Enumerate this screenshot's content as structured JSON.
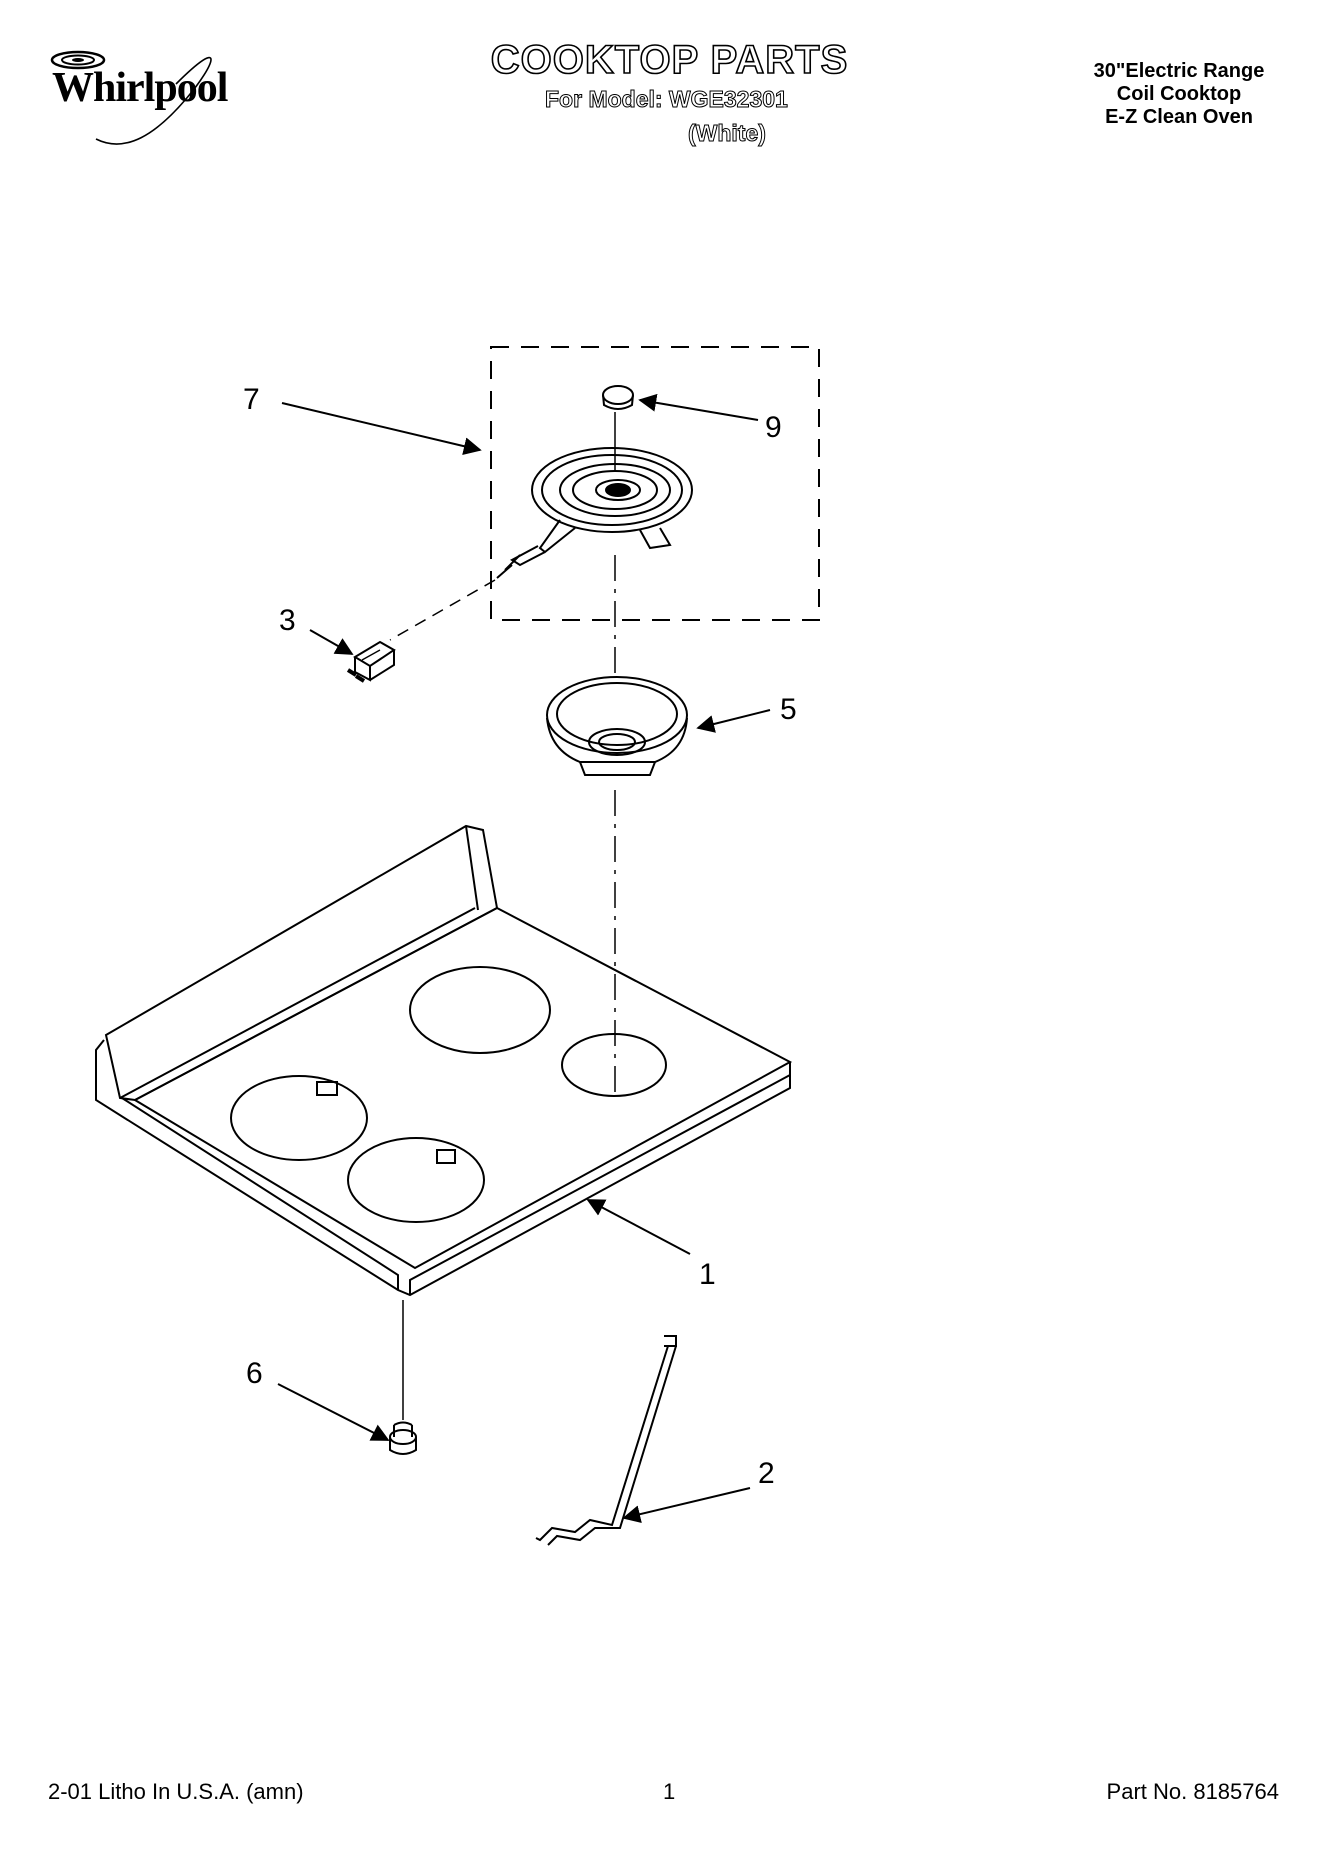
{
  "header": {
    "brand": "Whirlpool",
    "title": "COOKTOP PARTS",
    "model_line": "For Model: WGE32301",
    "color_line": "(White)",
    "product_lines": [
      "30\"Electric Range",
      "Coil Cooktop",
      "E-Z Clean Oven"
    ]
  },
  "callouts": [
    "7",
    "9",
    "3",
    "5",
    "1",
    "6",
    "2"
  ],
  "footer": {
    "left": "2-01 Litho In U.S.A. (amn)",
    "center": "1",
    "right": "Part No. 8185764"
  }
}
